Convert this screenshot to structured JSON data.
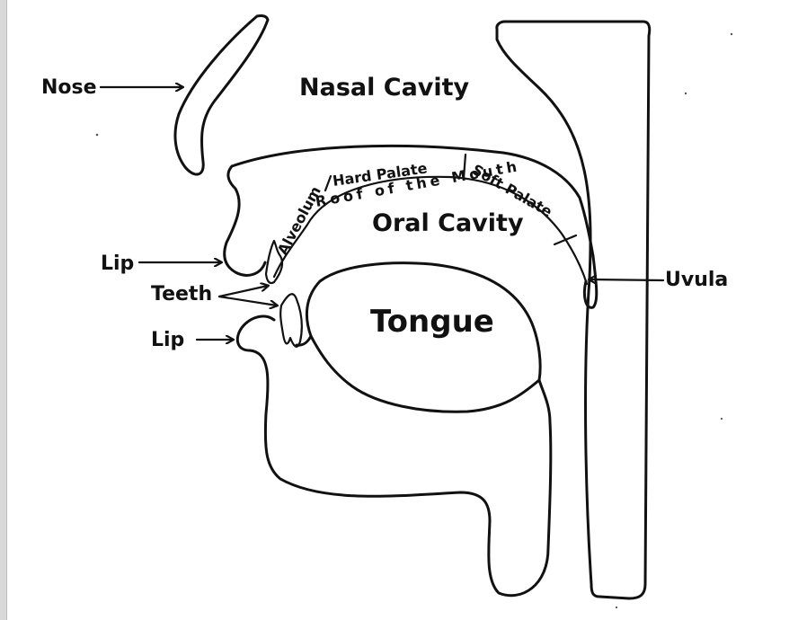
{
  "labels": {
    "nose": "Nose",
    "nasal_cavity": "Nasal Cavity",
    "lip_upper": "Lip",
    "teeth": "Teeth",
    "lip_lower": "Lip",
    "uvula": "Uvula",
    "alveolum": "Alveolum",
    "hard_palate": "Hard Palate",
    "soft_palate": "Soft Palate",
    "roof_of_the_mouth": "Roof of the Mouth",
    "oral_cavity": "Oral Cavity",
    "tongue": "Tongue"
  }
}
